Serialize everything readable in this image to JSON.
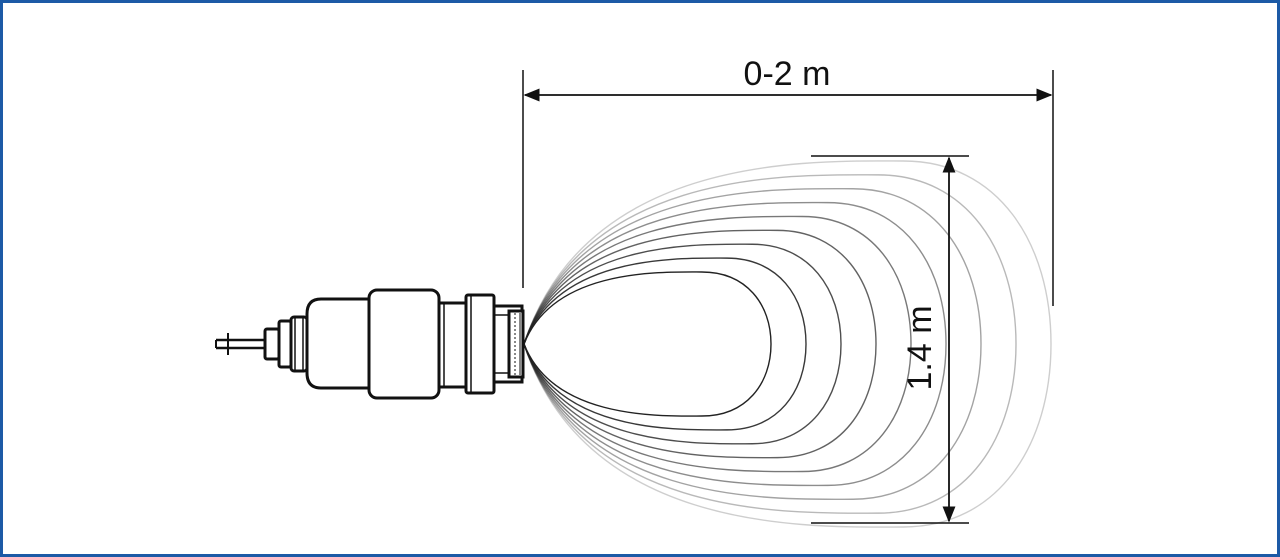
{
  "frame": {
    "border_color": "#1c5aa6"
  },
  "dimensions": {
    "range_label": "0-2 m",
    "width_label": "1.4 m"
  },
  "beam": {
    "lobe_count": 9,
    "stroke_color": "#222222"
  }
}
